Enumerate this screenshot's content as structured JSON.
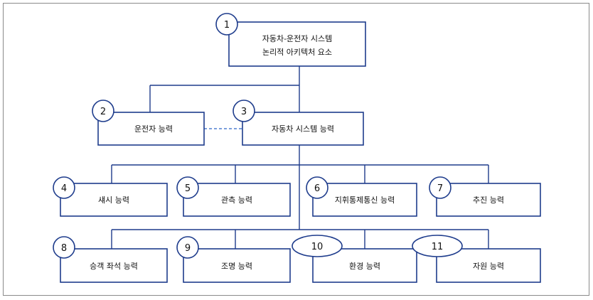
{
  "nodes": [
    {
      "id": "1",
      "lines": [
        "자동차-운전자 시스템",
        "논리적 아키텍처 요소"
      ]
    },
    {
      "id": "2",
      "lines": [
        "운전자 능력"
      ]
    },
    {
      "id": "3",
      "lines": [
        "자동차 시스템 능력"
      ]
    },
    {
      "id": "4",
      "lines": [
        "섀시 능력"
      ]
    },
    {
      "id": "5",
      "lines": [
        "관측 능력"
      ]
    },
    {
      "id": "6",
      "lines": [
        "지휘통제통신 능력"
      ]
    },
    {
      "id": "7",
      "lines": [
        "추진 능력"
      ]
    },
    {
      "id": "8",
      "lines": [
        "승객 좌석 능력"
      ]
    },
    {
      "id": "9",
      "lines": [
        "조명 능력"
      ]
    },
    {
      "id": "10",
      "lines": [
        "환경 능력"
      ]
    },
    {
      "id": "11",
      "lines": [
        "자원 능력"
      ]
    }
  ],
  "colors": {
    "line": "#1e3c8c",
    "dashed_link": "#4f7fd0",
    "frame": "#8a8a8a"
  }
}
